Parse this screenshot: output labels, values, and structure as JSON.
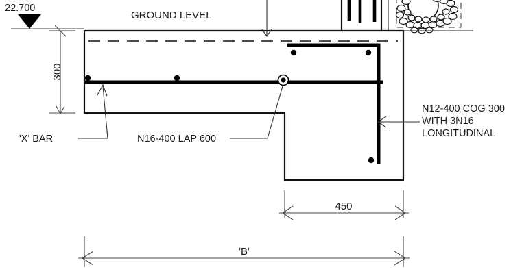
{
  "drawing": {
    "title": "Footing section detail",
    "background_color": "#ffffff",
    "line_color": "#111111",
    "text_color": "#1a1a1a"
  },
  "levels": {
    "rl_value": "22.700",
    "marker_icon": "level-triangle-icon"
  },
  "labels": {
    "ground_level": "GROUND LEVEL",
    "x_bar": "'X' BAR",
    "lap_bar": "N16-400 LAP 600",
    "stirrup_note_line1": "N12-400 COG 300",
    "stirrup_note_line2": "WITH 3N16",
    "stirrup_note_line3": "LONGITUDINAL"
  },
  "dimensions": {
    "depth": "300",
    "width_step": "450",
    "overall": "'B'"
  },
  "annotations": {
    "arrow_down_icon": "arrow-down-icon",
    "arrow_left_icon": "arrow-left-icon",
    "leader_x_bar_icon": "leader-arrow-icon",
    "leader_lap_icon": "leader-line-icon",
    "subsoil_drain_icon": "pipe-in-gravel-icon"
  }
}
